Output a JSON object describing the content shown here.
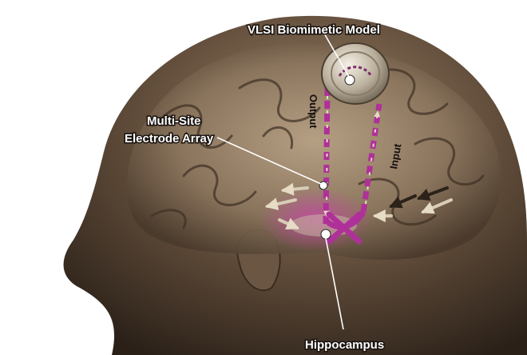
{
  "labels": {
    "model": "VLSI Biomimetic Model",
    "array_line1": "Multi-Site",
    "array_line2": "Electrode Array",
    "hippocampus": "Hippocampus",
    "output": "Output",
    "input": "Input"
  },
  "colors": {
    "background": "#ffffff",
    "skin": "#7a6450",
    "brain": "#a08a72",
    "signal": "#b0309a",
    "arrow": "#d8cdb6",
    "label_text": "#ffffff"
  }
}
